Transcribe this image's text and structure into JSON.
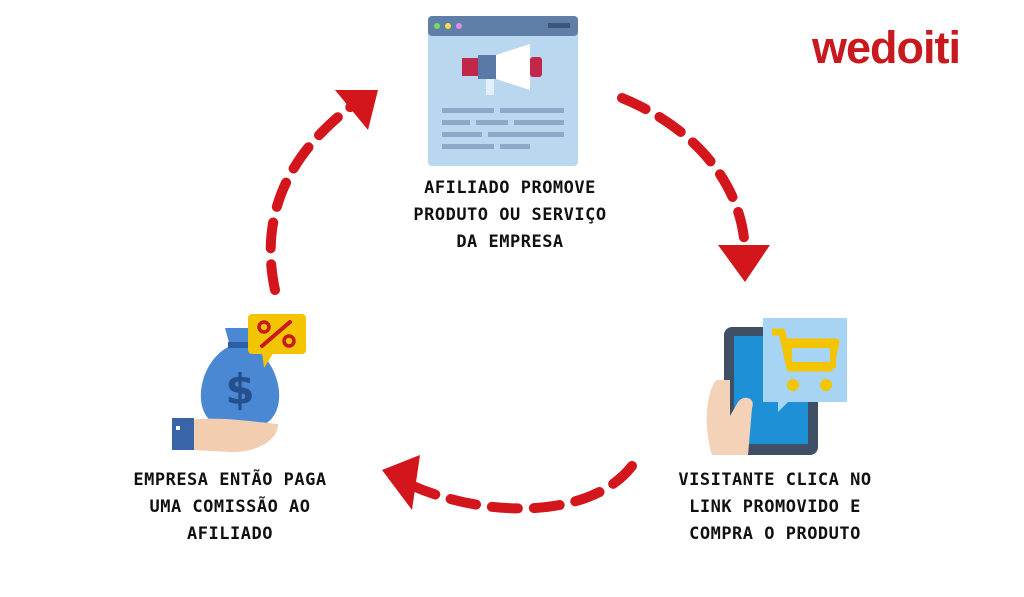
{
  "brand": {
    "logo_text": "wedoiti",
    "color": "#c8191e"
  },
  "steps": [
    {
      "lines": [
        "AFILIADO PROMOVE",
        "PRODUTO OU SERVIÇO",
        "DA EMPRESA"
      ],
      "icon": "megaphone-webpage-icon"
    },
    {
      "lines": [
        "VISITANTE CLICA NO",
        "LINK PROMOVIDO E",
        "COMPRA O PRODUTO"
      ],
      "icon": "phone-shopping-cart-icon"
    },
    {
      "lines": [
        "EMPRESA ENTÃO PAGA",
        "UMA COMISSÃO AO",
        "AFILIADO"
      ],
      "icon": "money-bag-hand-percent-icon"
    }
  ],
  "arrows": {
    "style": "dashed",
    "color": "#d3151c",
    "direction": "clockwise"
  }
}
